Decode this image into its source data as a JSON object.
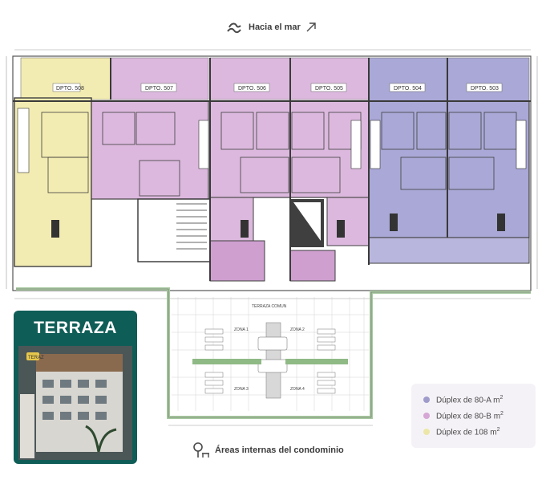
{
  "header": {
    "label": "Hacia el mar",
    "icon": "wave-icon",
    "arrow_icon": "arrow-up-right-icon"
  },
  "footer": {
    "label": "Áreas internas del condominio",
    "icon": "tree-bench-icon"
  },
  "units": [
    {
      "label": "DPTO. 508",
      "type": "108"
    },
    {
      "label": "DPTO. 507",
      "type": "80B"
    },
    {
      "label": "DPTO. 506",
      "type": "80B"
    },
    {
      "label": "DPTO. 505",
      "type": "80B"
    },
    {
      "label": "DPTO. 504",
      "type": "80A"
    },
    {
      "label": "DPTO. 503",
      "type": "80A"
    }
  ],
  "terrace": {
    "label": "TERRAZA COMUN",
    "zones": [
      "ZONA 1",
      "ZONA 2",
      "ZONA 3",
      "ZONA 4"
    ]
  },
  "card": {
    "title": "TERRAZA",
    "badge": "TERAZ"
  },
  "legend": [
    {
      "label": "Dúplex de 80-A m",
      "sup": "2",
      "color": "#9f9ccb"
    },
    {
      "label": "Dúplex de 80-B m",
      "sup": "2",
      "color": "#d5a6d6"
    },
    {
      "label": "Dúplex de 108 m",
      "sup": "2",
      "color": "#ece7a8"
    }
  ],
  "colors": {
    "type_108": "#f3ecb2",
    "type_80B": "#dcb8de",
    "type_80A": "#a9a8d6",
    "terrace_border": "#a8c9a0"
  }
}
